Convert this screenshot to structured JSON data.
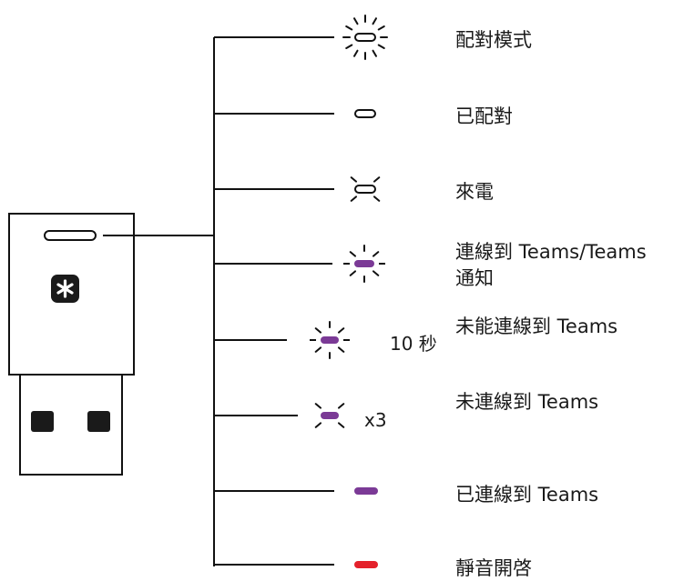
{
  "colors": {
    "line": "#111111",
    "led_white": "#ffffff",
    "led_purple": "#7b3a96",
    "led_red": "#e4212b",
    "device_body": "#ffffff",
    "device_icon_bg": "#1a1a1a"
  },
  "states": [
    {
      "label": "配對模式",
      "led": "white",
      "effect": "blinking"
    },
    {
      "label": "已配對",
      "led": "white",
      "effect": "steady"
    },
    {
      "label": "來電",
      "led": "white",
      "effect": "pulsing"
    },
    {
      "label_line1": "連線到 Teams/Teams",
      "label_line2": "通知",
      "led": "purple",
      "effect": "pulsing"
    },
    {
      "label": "未能連線到 Teams",
      "led": "purple",
      "effect": "pulsing",
      "note": "10 秒"
    },
    {
      "label": "未連線到 Teams",
      "led": "purple",
      "effect": "pulsing",
      "note": "x3"
    },
    {
      "label": "已連線到 Teams",
      "led": "purple",
      "effect": "steady"
    },
    {
      "label": "靜音開啓",
      "led": "red",
      "effect": "steady"
    }
  ],
  "device": {
    "name": "usb-dongle",
    "icon": "teams-star-icon"
  }
}
